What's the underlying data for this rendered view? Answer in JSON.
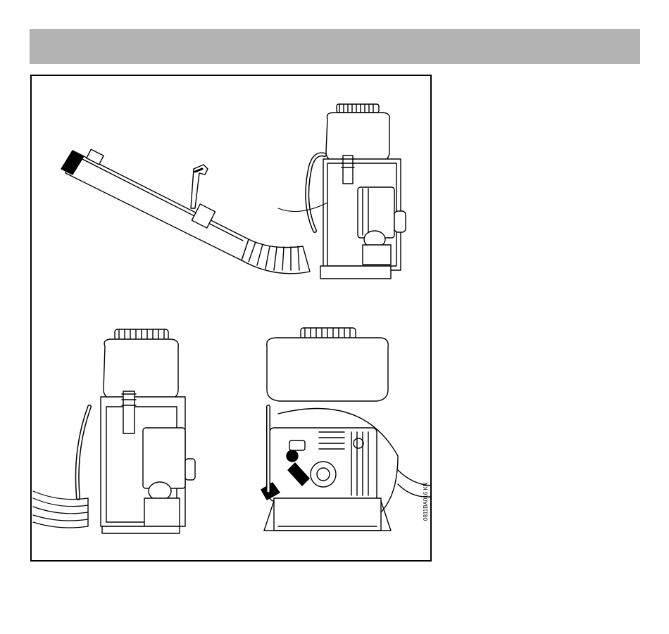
{
  "figure": {
    "code": "0811BA016 KN",
    "views": [
      {
        "name": "side-view-with-blower-tube"
      },
      {
        "name": "side-view-unit"
      },
      {
        "name": "rear-view-unit"
      }
    ]
  },
  "colors": {
    "header_bar": "#b3b3b3",
    "line": "#000000",
    "background": "#ffffff"
  }
}
